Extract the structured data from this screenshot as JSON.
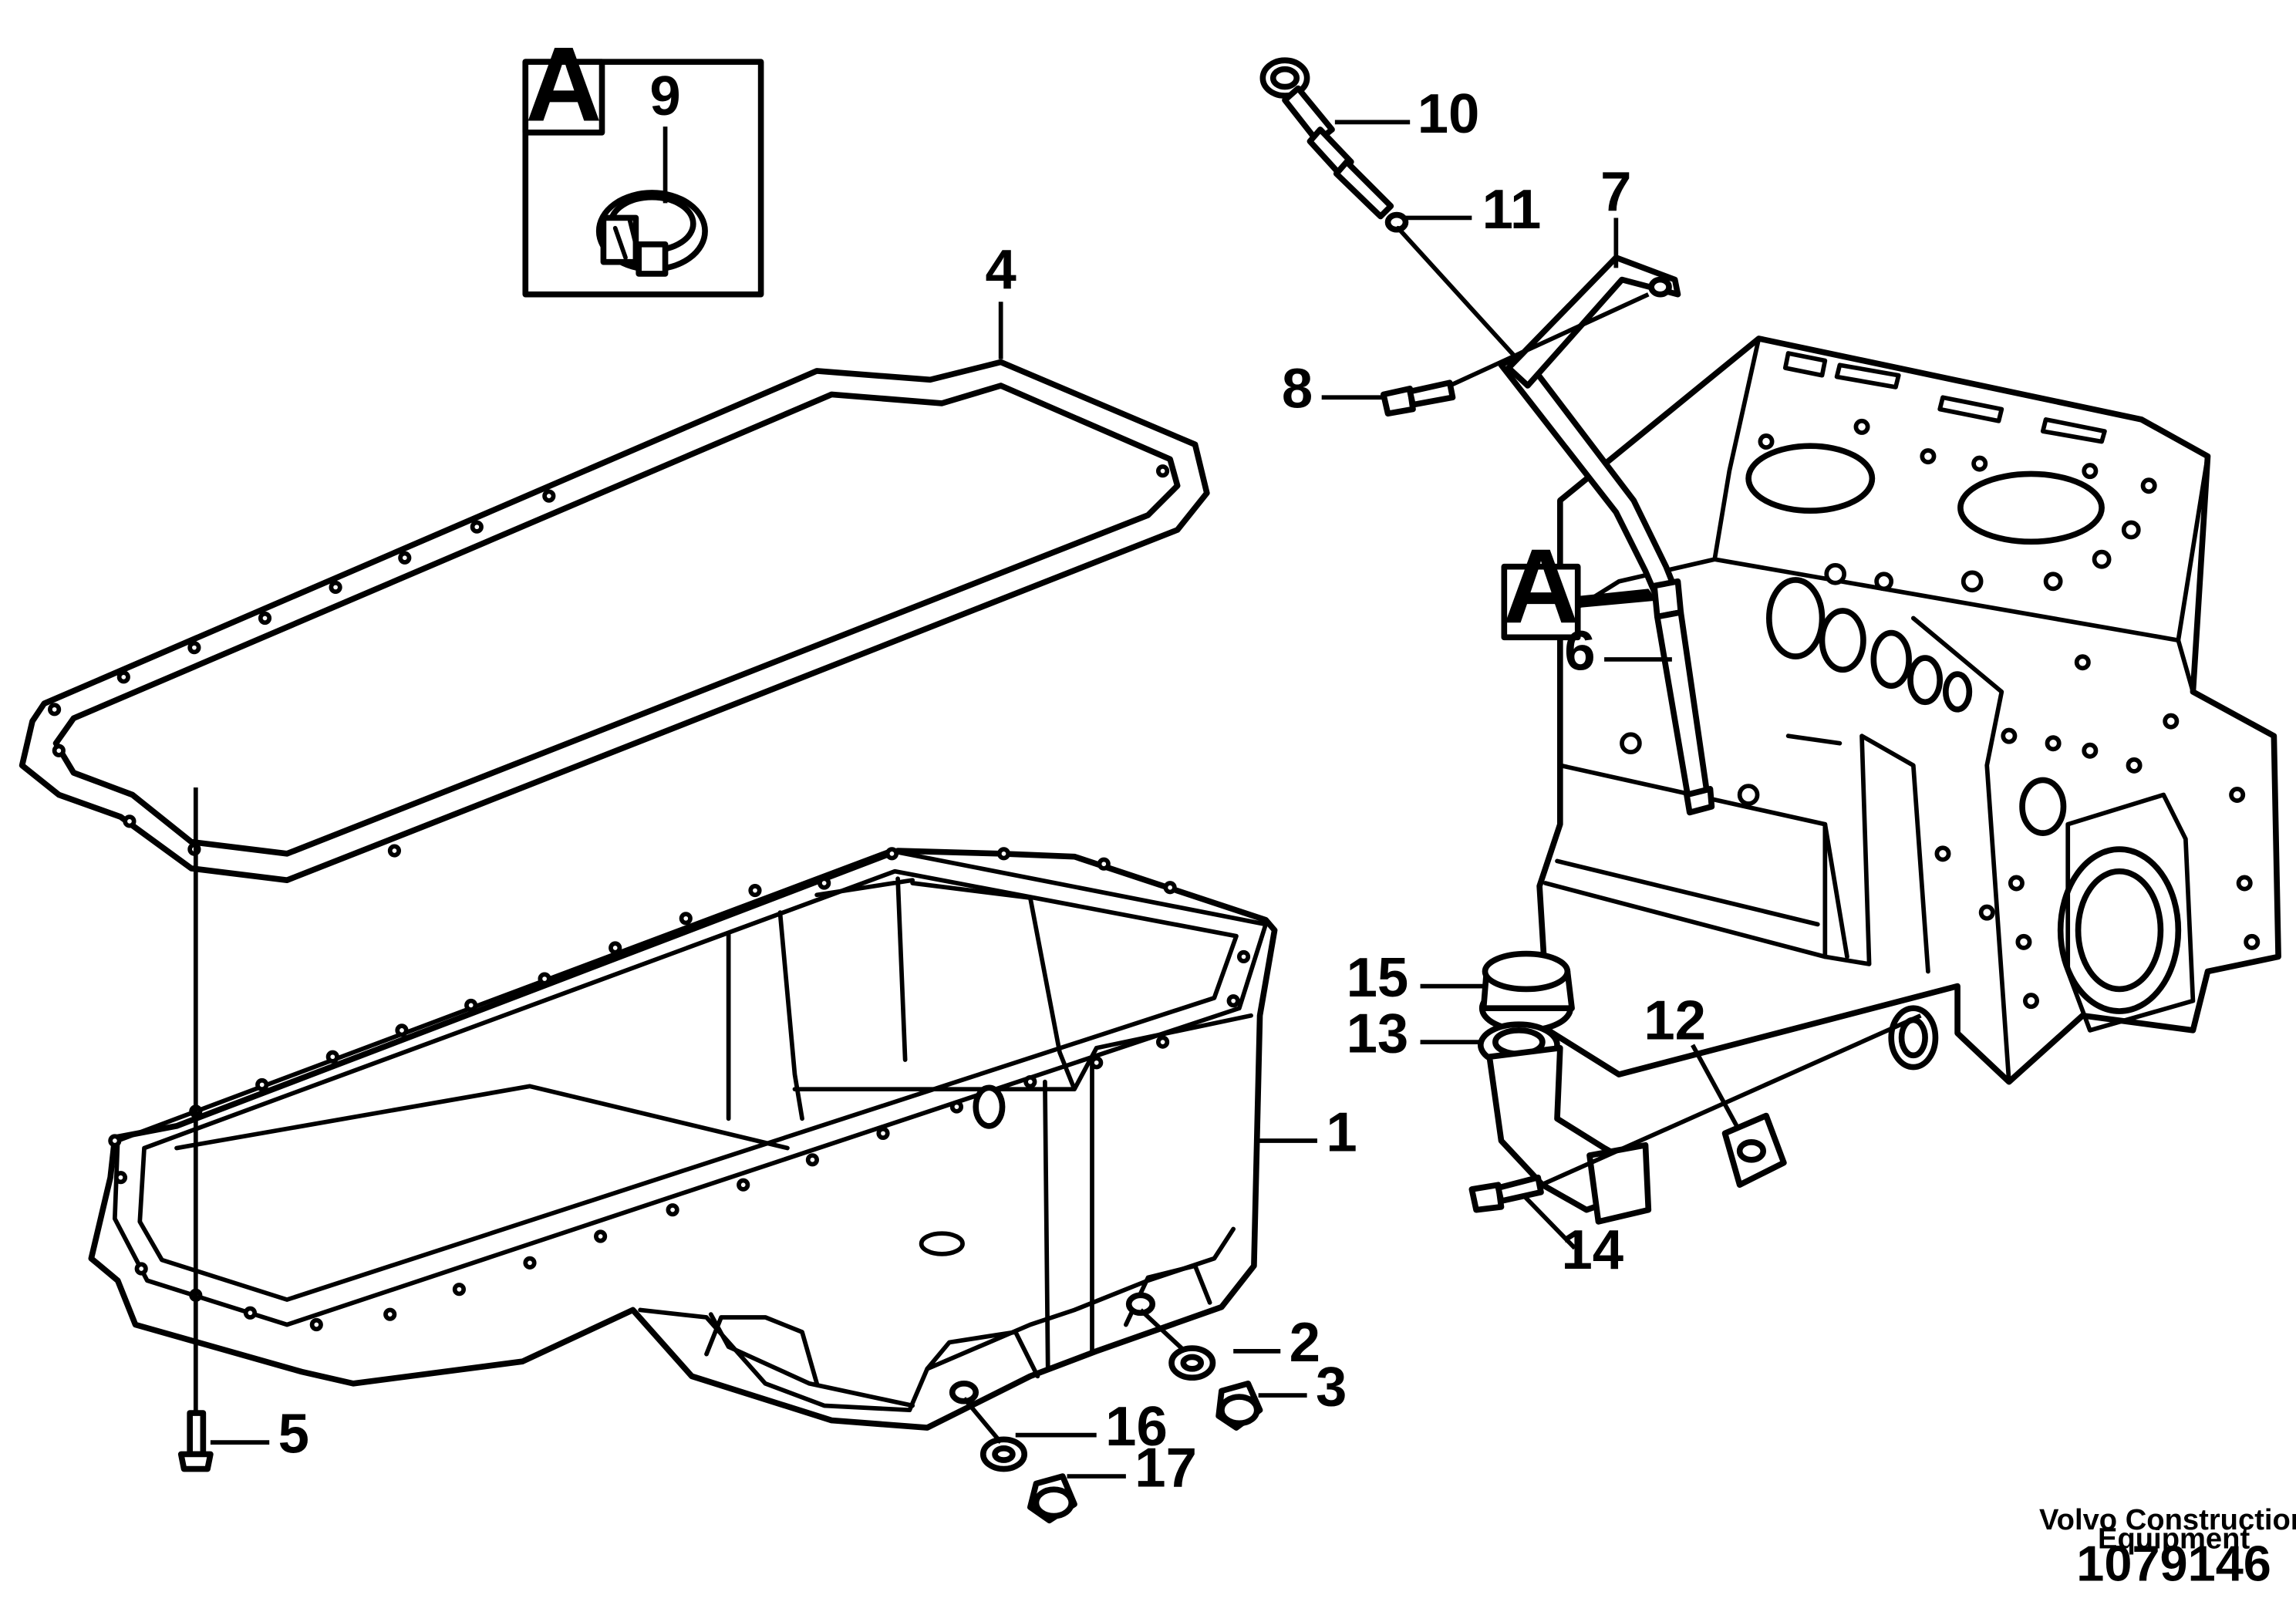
{
  "callouts": {
    "c1": "1",
    "c2": "2",
    "c3": "3",
    "c4": "4",
    "c5": "5",
    "c6": "6",
    "c7": "7",
    "c8": "8",
    "c9": "9",
    "c10": "10",
    "c11": "11",
    "c12": "12",
    "c13": "13",
    "c14": "14",
    "c15": "15",
    "c16": "16",
    "c17": "17"
  },
  "detail": {
    "label": "A",
    "pointer_label": "A"
  },
  "credit": {
    "line1": "Volvo Construction",
    "line2": "Equipment"
  },
  "document_number": "1079146"
}
